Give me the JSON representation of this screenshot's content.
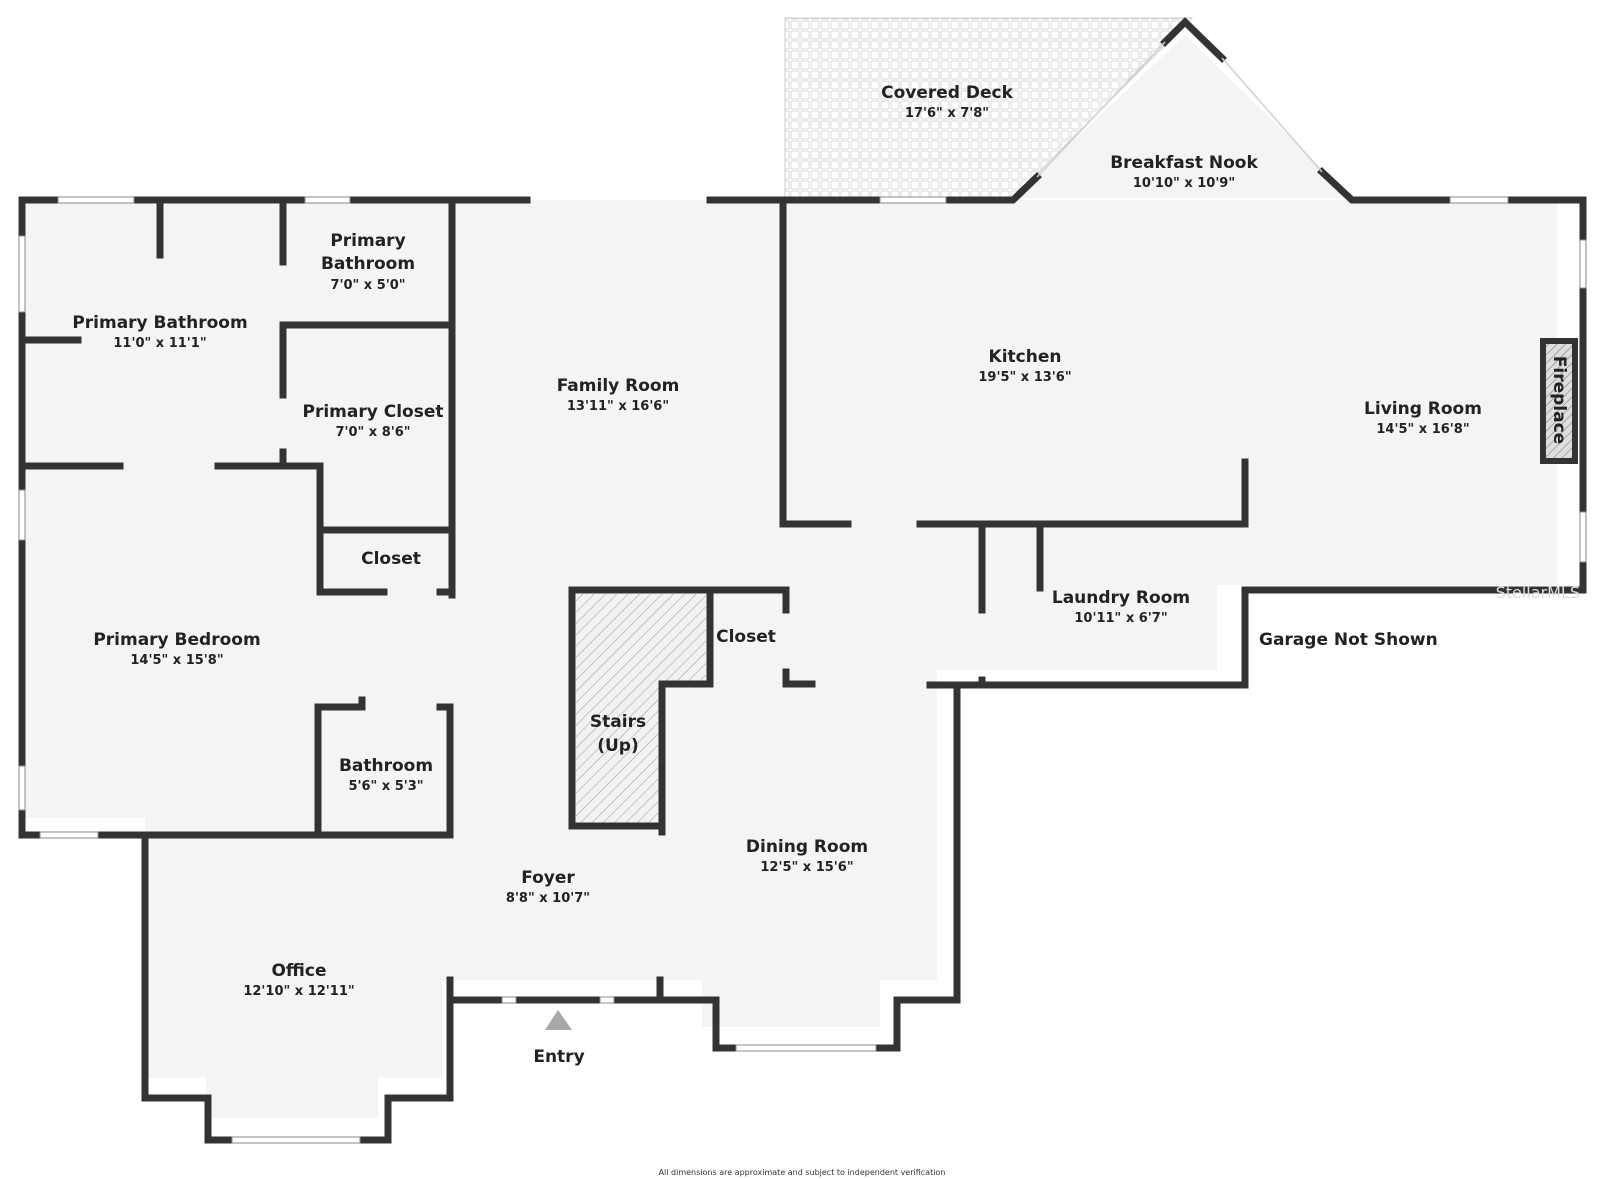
{
  "rooms": {
    "covered_deck": {
      "name": "Covered Deck",
      "dim": "17'6\" x 7'8\""
    },
    "breakfast_nook": {
      "name": "Breakfast Nook",
      "dim": "10'10\" x 10'9\""
    },
    "primary_bathroom_small": {
      "name_line1": "Primary",
      "name_line2": "Bathroom",
      "dim": "7'0\" x 5'0\""
    },
    "primary_bathroom": {
      "name": "Primary Bathroom",
      "dim": "11'0\" x 11'1\""
    },
    "primary_closet": {
      "name": "Primary Closet",
      "dim": "7'0\" x 8'6\""
    },
    "family_room": {
      "name": "Family Room",
      "dim": "13'11\" x 16'6\""
    },
    "kitchen": {
      "name": "Kitchen",
      "dim": "19'5\" x 13'6\""
    },
    "living_room": {
      "name": "Living Room",
      "dim": "14'5\" x 16'8\""
    },
    "closet_upper": {
      "name": "Closet"
    },
    "closet_stairs": {
      "name": "Closet"
    },
    "laundry_room": {
      "name": "Laundry Room",
      "dim": "10'11\" x 6'7\""
    },
    "primary_bedroom": {
      "name": "Primary Bedroom",
      "dim": "14'5\" x 15'8\""
    },
    "stairs": {
      "name_line1": "Stairs",
      "name_line2": "(Up)"
    },
    "bathroom": {
      "name": "Bathroom",
      "dim": "5'6\" x 5'3\""
    },
    "dining_room": {
      "name": "Dining Room",
      "dim": "12'5\" x 15'6\""
    },
    "foyer": {
      "name": "Foyer",
      "dim": "8'8\" x 10'7\""
    },
    "office": {
      "name": "Office",
      "dim": "12'10\" x 12'11\""
    }
  },
  "labels": {
    "fireplace": "Fireplace",
    "garage": "Garage Not Shown",
    "entry": "Entry",
    "footer": "All dimensions are approximate and subject to independent verification",
    "watermark": "StellarMLS"
  },
  "colors": {
    "wall": "#333333",
    "floor": "#f4f4f4",
    "text": "#222222",
    "entry_marker": "#a8a8a8"
  }
}
